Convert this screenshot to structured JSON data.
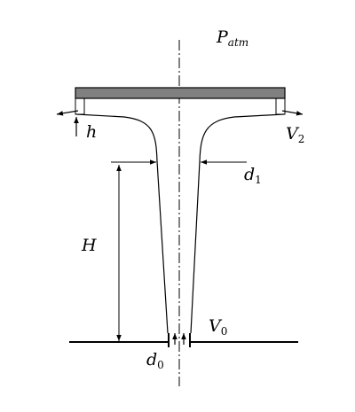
{
  "labels": {
    "pressure": {
      "main": "P",
      "sub": "atm"
    },
    "gap": {
      "main": "h"
    },
    "exit_velocity": {
      "main": "V",
      "sub": "2"
    },
    "jet_diameter": {
      "main": "d",
      "sub": "1"
    },
    "height": {
      "main": "H"
    },
    "inlet_velocity": {
      "main": "V",
      "sub": "0"
    },
    "nozzle_diameter": {
      "main": "d",
      "sub": "0"
    }
  },
  "colors": {
    "ink": "#000000",
    "plate_fill": "#808080",
    "background": "#ffffff"
  }
}
